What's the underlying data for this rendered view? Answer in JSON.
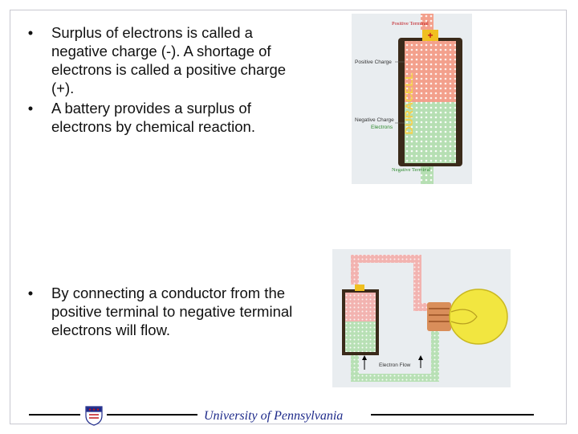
{
  "slide": {
    "bullets_top": [
      "Surplus of electrons is called a negative charge (-). A shortage of electrons is called a positive charge (+).",
      "A battery provides a surplus of electrons by chemical reaction."
    ],
    "bullets_bottom": [
      "By connecting a conductor from the positive terminal to negative terminal electrons will flow."
    ],
    "bullet_glyph": "•"
  },
  "battery_figure": {
    "label_positive_terminal": "Positive Terminal",
    "label_positive_charge": "Positive Charge",
    "label_negative_charge": "Negative Charge",
    "label_electrons": "Electrons",
    "label_negative_terminal": "Negative Terminal",
    "brand_text": "DURACELL",
    "plus_sign": "+",
    "colors": {
      "positive": "#e8654a",
      "negative": "#9dcf9a",
      "label_red": "#c0161c",
      "label_green": "#2e8b2e"
    }
  },
  "circuit_figure": {
    "label_electron_flow": "Electron Flow",
    "colors": {
      "bulb": "#f2e640",
      "wire_positive": "#f0a7a7",
      "wire_negative": "#a8d8a8"
    }
  },
  "footer": {
    "university": "University of Pennsylvania"
  }
}
